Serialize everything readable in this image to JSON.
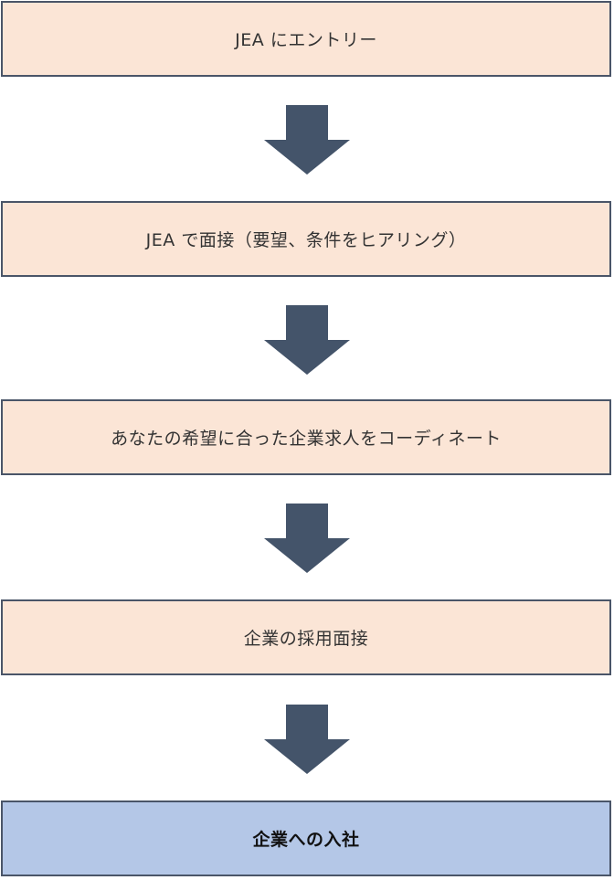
{
  "flow": {
    "steps": [
      {
        "label": "JEA にエントリー"
      },
      {
        "label": "JEA で面接（要望、条件をヒアリング）"
      },
      {
        "label": "あなたの希望に合った企業求人をコーディネート"
      },
      {
        "label": "企業の採用面接"
      },
      {
        "label": "企業への入社"
      }
    ]
  },
  "colors": {
    "step_fill": "#fbe5d6",
    "final_fill": "#b4c7e7",
    "border": "#4a5568",
    "arrow": "#44546a"
  }
}
